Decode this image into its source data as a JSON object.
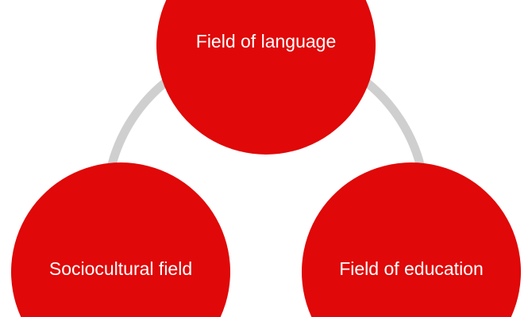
{
  "diagram": {
    "nodes": [
      {
        "id": "language",
        "label": "Field of language"
      },
      {
        "id": "sociocultural",
        "label": "Sociocultural field"
      },
      {
        "id": "education",
        "label": "Field of education"
      }
    ],
    "colors": {
      "node": "#E00808",
      "connector": "#CFCFCF",
      "text": "#FFFFFF"
    }
  }
}
